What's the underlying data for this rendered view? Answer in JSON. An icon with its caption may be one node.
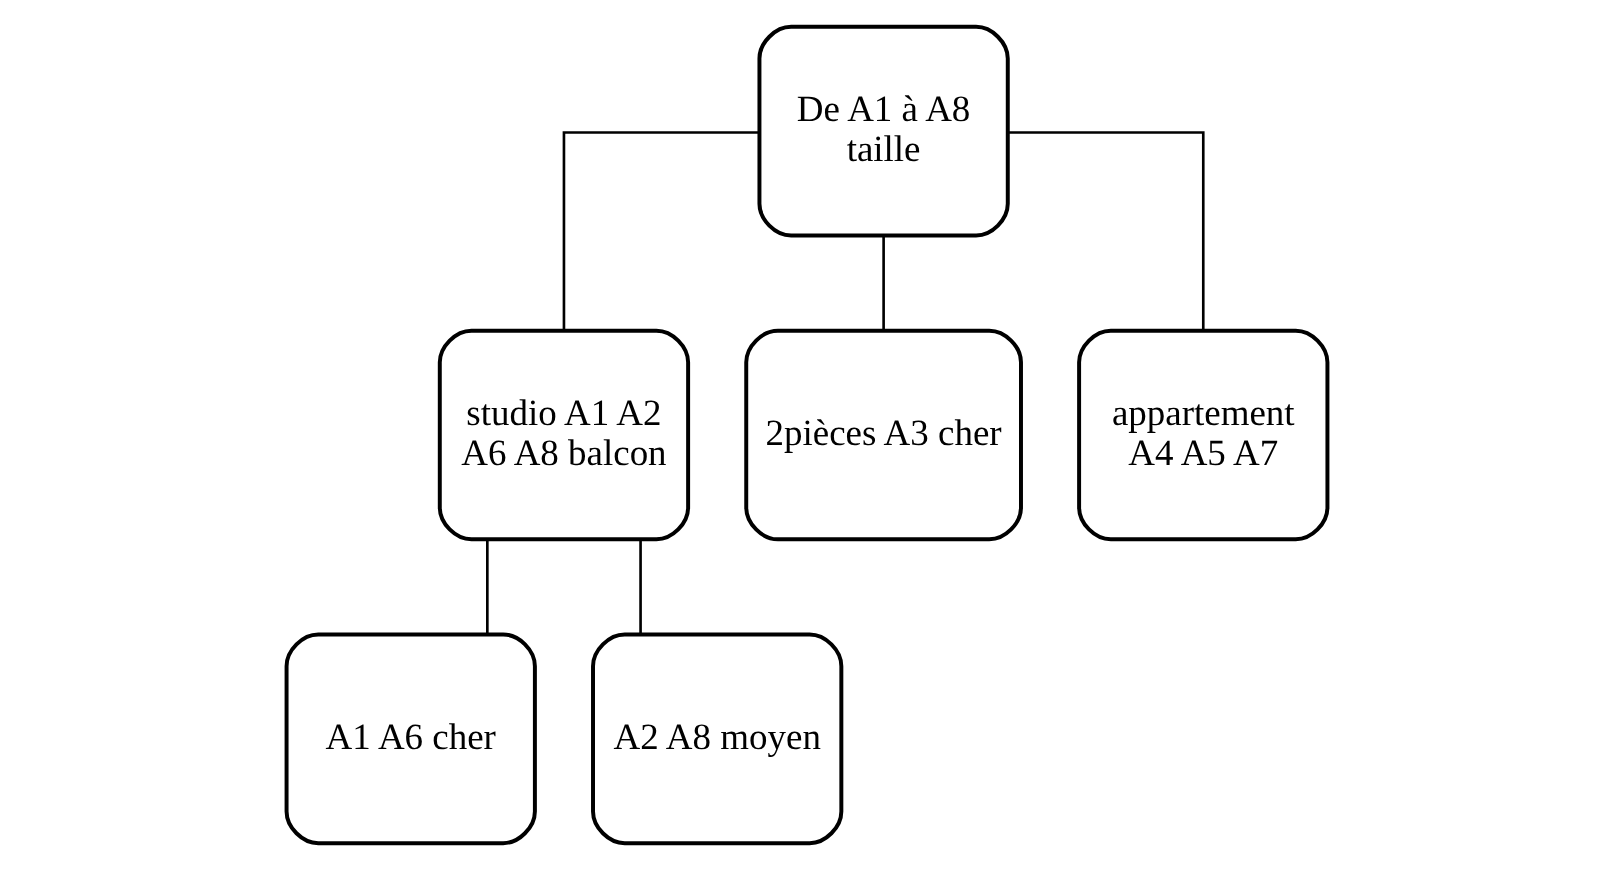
{
  "diagram": {
    "nodes": [
      {
        "text": [
          "De A1 à A8 taille"
        ]
      },
      {
        "text": [
          "studio A1 A2 A6 A8 balcon"
        ]
      },
      {
        "text": [
          "2pièces A3 cher"
        ]
      },
      {
        "text": [
          "appartement A4 A5 A7"
        ]
      },
      {
        "text": [
          "A1 A6 cher"
        ]
      },
      {
        "text": [
          "A2 A8 moyen"
        ]
      }
    ],
    "edges": [
      {
        "from": 0,
        "to": 1,
        "arrow": "none"
      },
      {
        "from": 0,
        "to": 2,
        "arrow": "none"
      },
      {
        "from": 0,
        "to": 3,
        "arrow": "none"
      },
      {
        "from": 1,
        "to": 4,
        "arrow": "none"
      },
      {
        "from": 1,
        "to": 5,
        "arrow": "none"
      }
    ]
  }
}
